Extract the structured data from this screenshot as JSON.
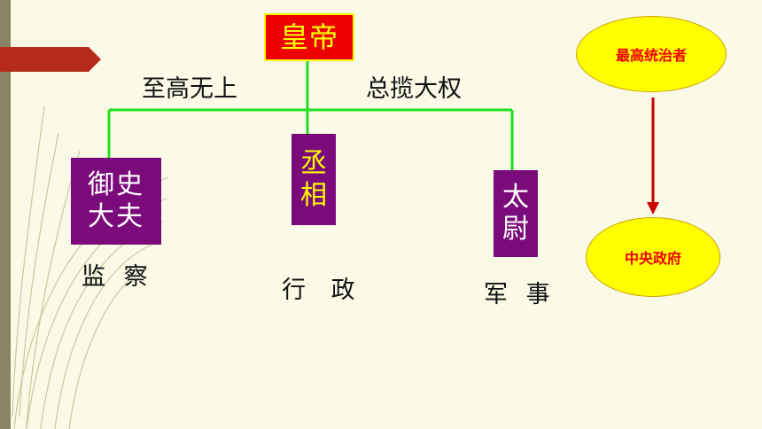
{
  "diagram": {
    "root": "皇帝",
    "root_powers": [
      "至高无上",
      "总揽大权"
    ],
    "officials": [
      {
        "title": "御史\n大夫",
        "function": "监 察"
      },
      {
        "title": "丞\n相",
        "function": "行 政"
      },
      {
        "title": "太\n尉",
        "function": "军 事"
      }
    ]
  },
  "legend": {
    "top": "最高统治者",
    "bottom": "中央政府"
  },
  "colors": {
    "background": "#fafae6",
    "emperor_fill": "#ee0000",
    "emperor_text": "#ffff00",
    "official_fill": "#7b0a7b",
    "connector": "#22dd22",
    "oval_fill": "#ffff00",
    "arrow": "#cc0000"
  }
}
